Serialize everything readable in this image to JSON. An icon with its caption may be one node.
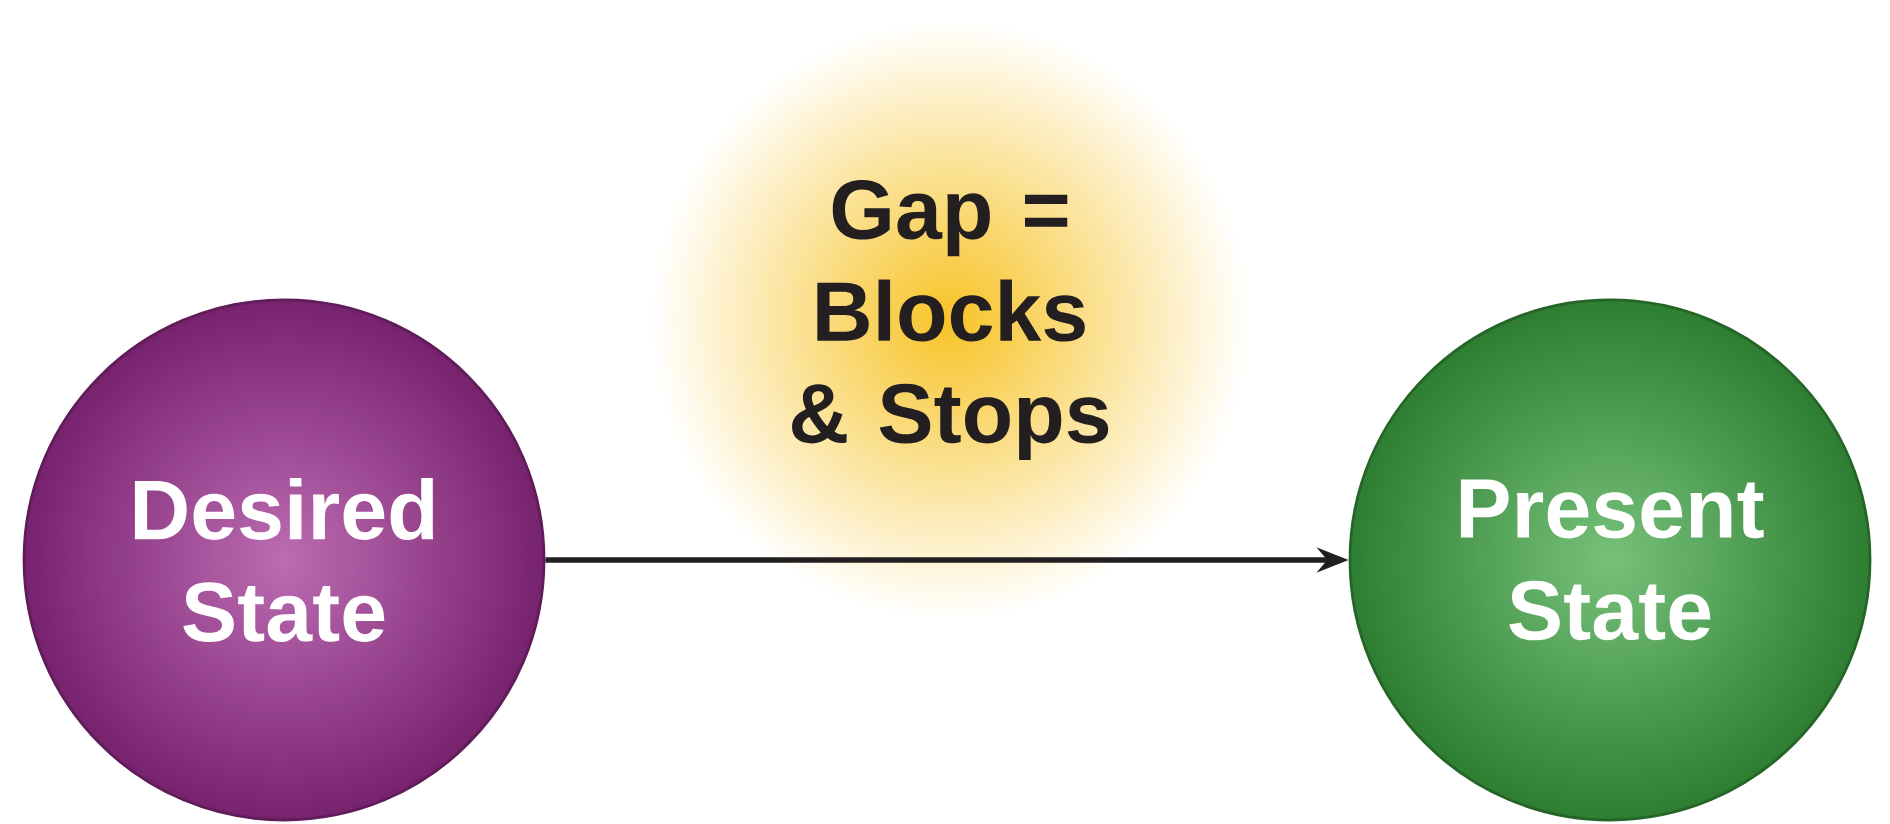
{
  "diagram": {
    "nodes": [
      {
        "text": [
          "Desired State"
        ]
      },
      {
        "text": [
          "Gap = Blocks & Stops"
        ]
      },
      {
        "text": [
          "Present State"
        ]
      }
    ],
    "edges": [
      {
        "from": 0,
        "to": 2,
        "arrow": "to"
      }
    ]
  }
}
